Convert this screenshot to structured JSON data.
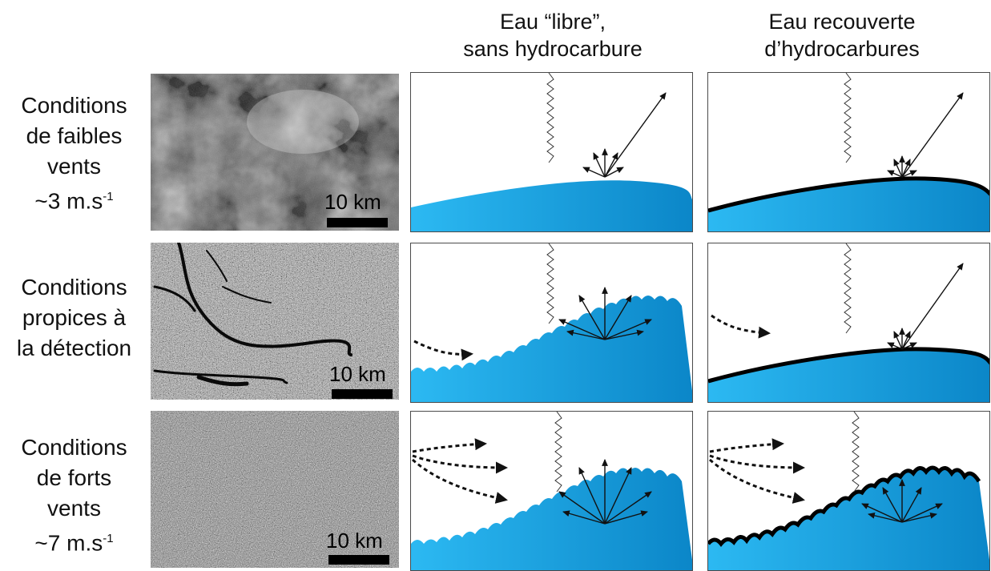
{
  "columns": {
    "free_water": {
      "line1": "Eau “libre”,",
      "line2": "sans hydrocarbure"
    },
    "oil_covered": {
      "line1": "Eau recouverte",
      "line2": "d’hydrocarbures"
    }
  },
  "rows": [
    {
      "lines": [
        "Conditions",
        "de faibles",
        "vents"
      ],
      "wind": "~3 m.s",
      "exp": "-1",
      "scale": "10 km"
    },
    {
      "lines": [
        "Conditions",
        "propices à",
        "la détection"
      ],
      "scale": "10 km"
    },
    {
      "lines": [
        "Conditions",
        "de forts",
        "vents"
      ],
      "wind": "~7 m.s",
      "exp": "-1",
      "scale": "10 km"
    }
  ],
  "colors": {
    "water_light": "#29b6f0",
    "water_dark": "#0a88c9",
    "slick": "#000000"
  }
}
